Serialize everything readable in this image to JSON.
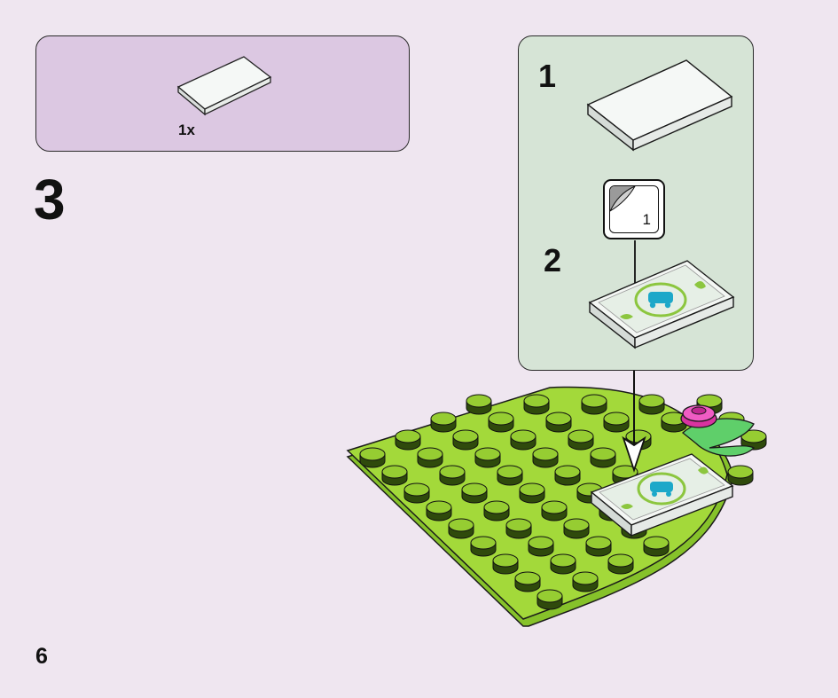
{
  "parts_list": {
    "count": "1x"
  },
  "step": {
    "number": "3"
  },
  "callout": {
    "substep_1": "1",
    "substep_2": "2",
    "sticker_number": "1"
  },
  "page": {
    "number": "6"
  },
  "colors": {
    "page_background": "#efe6f0",
    "parts_box": "#dcc8e2",
    "callout_box": "#d6e4d6",
    "baseplate_green": "#a3d93a",
    "tile_white": "#f4f7f4",
    "sticker_ring": "#8cc63f",
    "car_blue": "#1da8c9",
    "flower_pink": "#e63fb0"
  }
}
